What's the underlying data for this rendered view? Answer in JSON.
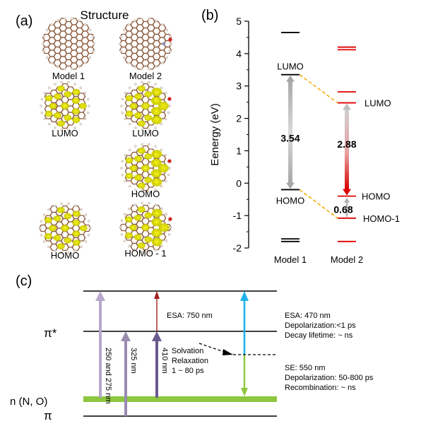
{
  "panel_a": {
    "label": "(a)",
    "title": "Structure",
    "captions": {
      "model1": "Model 1",
      "model2": "Model 2",
      "lumo1": "LUMO",
      "lumo2": "LUMO",
      "homo2": "HOMO",
      "homo1": "HOMO",
      "homo_minus1": "HOMO - 1"
    }
  },
  "panel_b": {
    "label": "(b)",
    "chart_data": {
      "type": "energy-level",
      "ylabel": "Eenergy (eV)",
      "ylim": [
        -2,
        5
      ],
      "yticks": [
        "-2",
        "-1",
        "0",
        "1",
        "2",
        "3",
        "4",
        "5"
      ],
      "categories": [
        "Model 1",
        "Model 2"
      ],
      "series": [
        {
          "category": "Model 1",
          "color": "#000000",
          "levels": [
            4.65,
            3.35,
            -0.2,
            -1.72,
            -1.8
          ],
          "lumo": 3.35,
          "homo": -0.2,
          "gap_label": "3.54",
          "lumo_label": "LUMO",
          "homo_label": "HOMO"
        },
        {
          "category": "Model 2",
          "color": "#e00000",
          "levels": [
            4.2,
            4.12,
            2.82,
            2.48,
            -0.4,
            -1.08,
            -1.8
          ],
          "lumo": 2.48,
          "homo": -0.4,
          "gap_labels": [
            "2.88",
            "0.68"
          ],
          "lumo_label": "LUMO",
          "homo_label": "HOMO",
          "homo1_label": "HOMO-1"
        }
      ]
    }
  },
  "panel_c": {
    "label": "(c)",
    "levels": {
      "pi_star": "π*",
      "n": "n (N, O)",
      "pi": "π"
    },
    "arrows": {
      "a1": "250 and 275 nm",
      "a2": "325 nm",
      "a3": "410 nm"
    },
    "esa_label": "ESA: 750 nm",
    "solvation": [
      "Solvation",
      "Relaxation",
      "1 ~ 80 ps"
    ],
    "right_top": [
      "ESA: 470 nm",
      "Depolarization:<1 ps",
      "Decay lifetime: ~ ns"
    ],
    "right_bottom": [
      "SE: 550 nm",
      "Depolarization: 50-800 ps",
      "Recombination: ~ ns"
    ],
    "colors": {
      "n_band": "#8dc63f",
      "esa_red": "#a02020",
      "esa_blue": "#1fb4e8",
      "arrow_purple": "#6a5a8e",
      "arrow_lavender": "#b8a8cc"
    }
  }
}
